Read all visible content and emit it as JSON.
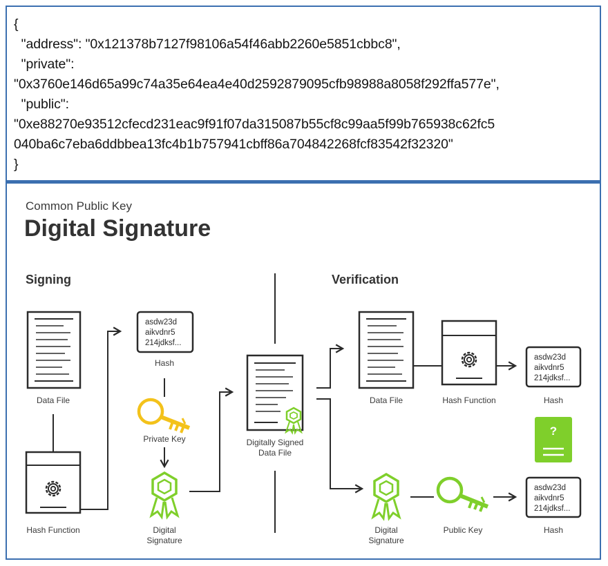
{
  "code": {
    "lines": [
      "{",
      "  \"address\": \"0x121378b7127f98106a54f46abb2260e5851cbbc8\",",
      "  \"private\":",
      "\"0x3760e146d65a99c74a35e64ea4e40d2592879095cfb98988a8058f292ffa577e\",",
      "  \"public\":",
      "\"0xe88270e93512cfecd231eac9f91f07da315087b55cf8c99aa5f99b765938c62fc5",
      "040ba6c7eba6ddbbea13fc4b1b757941cbff86a704842268fcf83542f32320\"",
      "}"
    ]
  },
  "diagram": {
    "subtitle": "Common Public Key",
    "title": "Digital Signature",
    "signing": {
      "heading": "Signing",
      "data_file_label": "Data File",
      "hash_function_label": "Hash Function",
      "hash_lines": [
        "asdw23d",
        "aikvdnr5",
        "214jdksf..."
      ],
      "hash_label": "Hash",
      "private_key_label": "Private Key",
      "signature_label_1": "Digital",
      "signature_label_2": "Signature"
    },
    "center": {
      "label_1": "Digitally Signed",
      "label_2": "Data File"
    },
    "verification": {
      "heading": "Verification",
      "data_file_label": "Data File",
      "hash_function_label": "Hash Function",
      "hash_top_lines": [
        "asdw23d",
        "aikvdnr5",
        "214jdksf..."
      ],
      "hash_top_label": "Hash",
      "compare_symbol": "?",
      "signature_label_1": "Digital",
      "signature_label_2": "Signature",
      "public_key_label": "Public Key",
      "hash_bottom_lines": [
        "asdw23d",
        "aikvdnr5",
        "214jdksf..."
      ],
      "hash_bottom_label": "Hash"
    },
    "colors": {
      "ink": "#2b2b2b",
      "label": "#3a3a3a",
      "key_yellow": "#f3c21b",
      "green": "#7fcf2b",
      "frame_blue": "#3b6fb0"
    }
  }
}
